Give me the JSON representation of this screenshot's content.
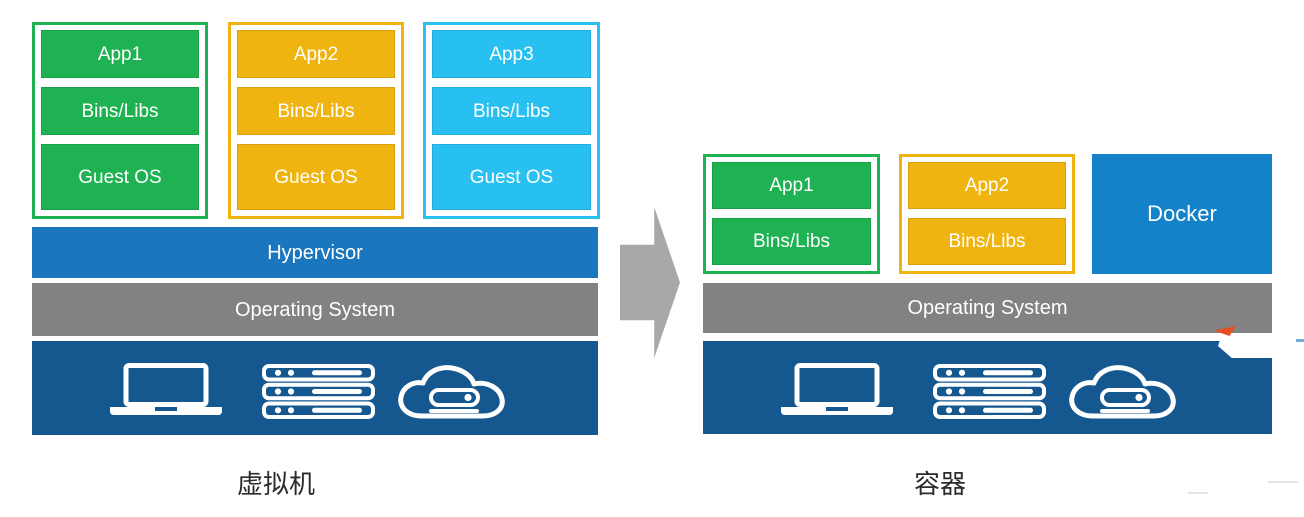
{
  "left_panel": {
    "caption": "虚拟机",
    "stacks": [
      {
        "color": "#1eb253",
        "rows": [
          "App1",
          "Bins/Libs",
          "Guest OS"
        ]
      },
      {
        "color": "#f0b411",
        "rows": [
          "App2",
          "Bins/Libs",
          "Guest OS"
        ]
      },
      {
        "color": "#27c0f0",
        "rows": [
          "App3",
          "Bins/Libs",
          "Guest OS"
        ]
      }
    ],
    "hypervisor_label": "Hypervisor",
    "os_label": "Operating System"
  },
  "right_panel": {
    "caption": "容器",
    "containers": [
      {
        "color": "#1eb253",
        "rows": [
          "App1",
          "Bins/Libs"
        ]
      },
      {
        "color": "#f0b411",
        "rows": [
          "App2",
          "Bins/Libs"
        ]
      }
    ],
    "docker_label": "Docker",
    "os_label": "Operating System"
  },
  "infrastructure_icons": [
    "laptop-icon",
    "server-rack-icon",
    "cloud-icon"
  ],
  "colors": {
    "green": "#1eb253",
    "yellow": "#f0b411",
    "cyan": "#27c0f0",
    "hypervisor_blue": "#1b77bd",
    "docker_blue": "#1482c8",
    "os_gray": "#828285",
    "infrastructure_blue": "#15578f",
    "arrow_gray": "#a8a8a8",
    "cursor_tip_red": "#e84e1f",
    "text_white": "#ffffff",
    "caption_dark": "#2b2b2b"
  }
}
